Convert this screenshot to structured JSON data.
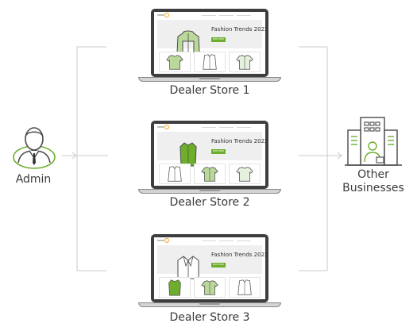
{
  "diagram": {
    "admin_label": "Admin",
    "other_label_line1": "Other",
    "other_label_line2": "Businesses",
    "stores": [
      {
        "label": "Dealer Store 1",
        "banner_title": "Fashion Trends 2022",
        "button_label": "SHOP NOW",
        "logo": "SHOP"
      },
      {
        "label": "Dealer Store 2",
        "banner_title": "Fashion Trends 2022",
        "button_label": "SHOP NOW",
        "logo": "SHOP"
      },
      {
        "label": "Dealer Store 3",
        "banner_title": "Fashion Trends 2022",
        "button_label": "SHOP NOW",
        "logo": "SHOP"
      }
    ]
  },
  "colors": {
    "accent": "#6fae2d",
    "icon_stroke": "#4a4a4a",
    "connector": "#c8c8c8"
  },
  "icons": [
    "admin-person-icon",
    "office-building-icon",
    "businessman-icon",
    "jacket-icon",
    "tshirt-icon",
    "shirt-icon",
    "coat-icon"
  ]
}
